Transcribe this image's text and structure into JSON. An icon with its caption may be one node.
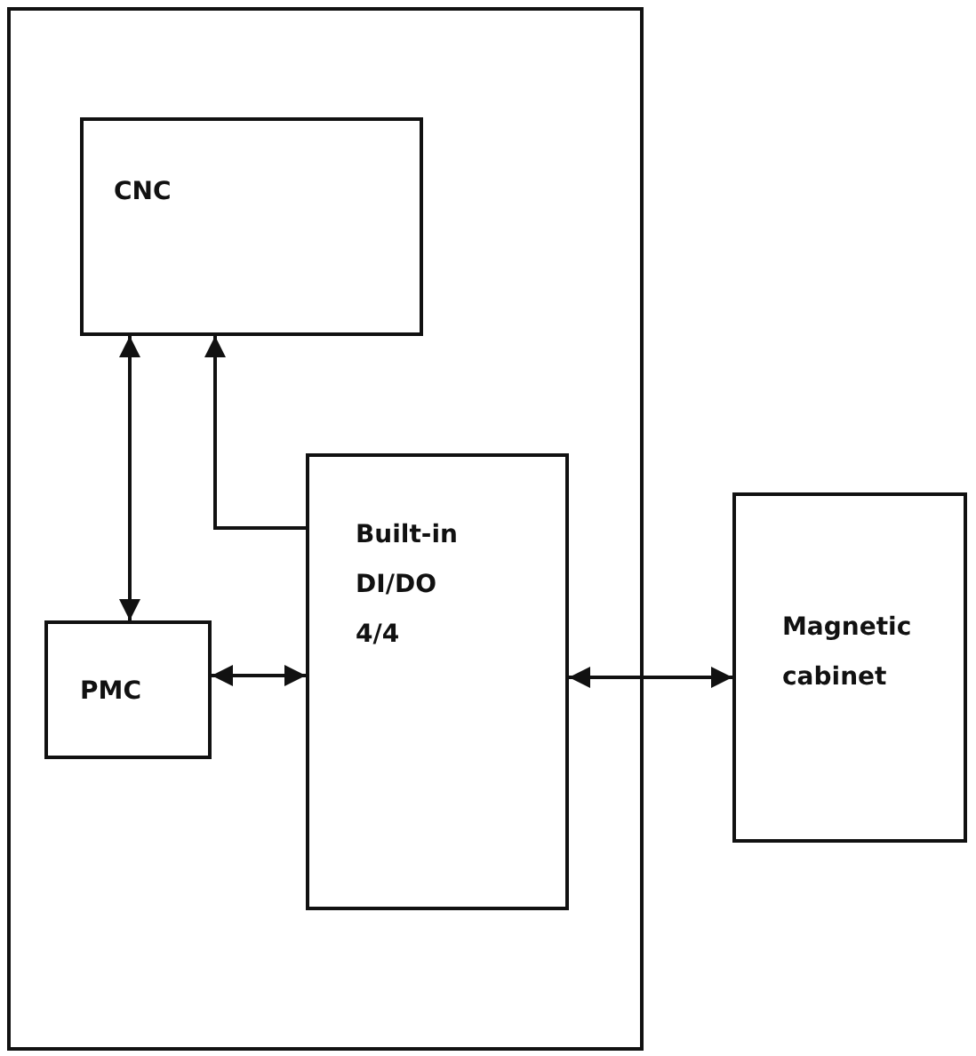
{
  "diagram": {
    "nodes": [
      {
        "text": [],
        "shape": "box"
      },
      {
        "text": [
          "CNC"
        ],
        "in": 0
      },
      {
        "text": [
          "PMC"
        ],
        "in": 0
      },
      {
        "text": [
          "Built-in DI/DO 4/4"
        ],
        "in": 0
      },
      {
        "text": [
          "Magnetic cabinet"
        ]
      }
    ],
    "edges": [
      {
        "from": 1,
        "to": 2,
        "arrow": "both"
      },
      {
        "from": 3,
        "to": 1,
        "arrow": "to"
      },
      {
        "from": 2,
        "to": 3,
        "arrow": "both"
      },
      {
        "from": 3,
        "to": 4,
        "arrow": "both"
      }
    ]
  }
}
